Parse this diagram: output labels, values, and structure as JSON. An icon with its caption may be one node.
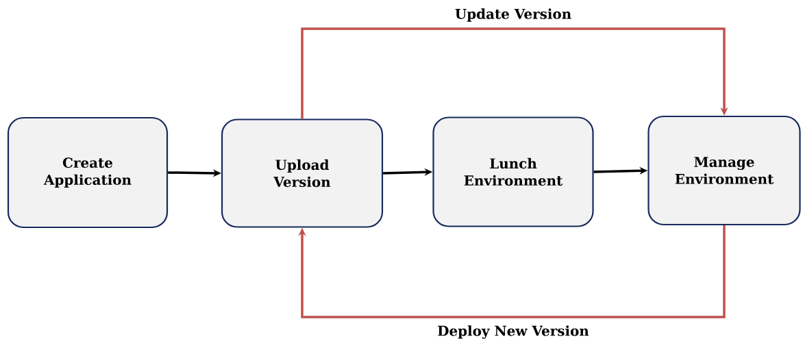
{
  "diagram": {
    "nodes": [
      {
        "text": [
          "Create Application"
        ]
      },
      {
        "text": [
          "Upload Version"
        ]
      },
      {
        "text": [
          "Lunch Environment"
        ]
      },
      {
        "text": [
          "Manage Environment"
        ]
      }
    ],
    "edges": [
      {
        "from": 0,
        "to": 1,
        "arrow": "to"
      },
      {
        "from": 1,
        "to": 2,
        "arrow": "to"
      },
      {
        "from": 2,
        "to": 3,
        "arrow": "to"
      },
      {
        "from": 1,
        "to": 3,
        "arrow": "to",
        "label": "Update Version",
        "color": "#c0504d"
      },
      {
        "from": 3,
        "to": 1,
        "arrow": "to",
        "label": "Deploy New Version",
        "color": "#c0504d"
      }
    ]
  }
}
